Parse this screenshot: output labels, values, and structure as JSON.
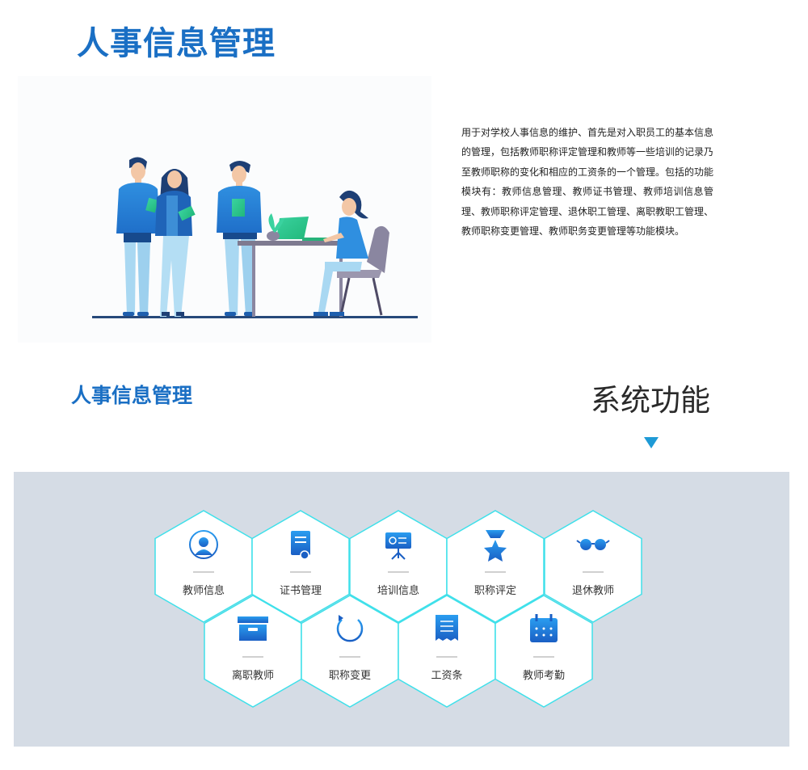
{
  "header": {
    "title": "人事信息管理"
  },
  "intro": {
    "description": "用于对学校人事信息的维护、首先是对入职员工的基本信息的管理，包括教师职称评定管理和教师等一些培训的记录乃至教师职称的变化和相应的工资条的一个管理。包括的功能模块有：教师信息管理、教师证书管理、教师培训信息管理、教师职称评定管理、退休职工管理、离职教职工管理、教师职称变更管理、教师职务变更管理等功能模块。"
  },
  "section": {
    "title": "人事信息管理",
    "system_title": "系统功能"
  },
  "features": [
    {
      "label": "教师信息",
      "icon": "user-avatar-icon"
    },
    {
      "label": "证书管理",
      "icon": "certificate-icon"
    },
    {
      "label": "培训信息",
      "icon": "presentation-board-icon"
    },
    {
      "label": "职称评定",
      "icon": "medal-icon"
    },
    {
      "label": "退休教师",
      "icon": "glasses-icon"
    },
    {
      "label": "离职教师",
      "icon": "archive-box-icon"
    },
    {
      "label": "职称变更",
      "icon": "refresh-icon"
    },
    {
      "label": "工资条",
      "icon": "receipt-icon"
    },
    {
      "label": "教师考勤",
      "icon": "calendar-icon"
    }
  ],
  "colors": {
    "brand_blue": "#1a6fc4",
    "hex_border": "#3ee0ea",
    "panel_bg": "#d5dce5",
    "arrow": "#1e9ad6"
  }
}
